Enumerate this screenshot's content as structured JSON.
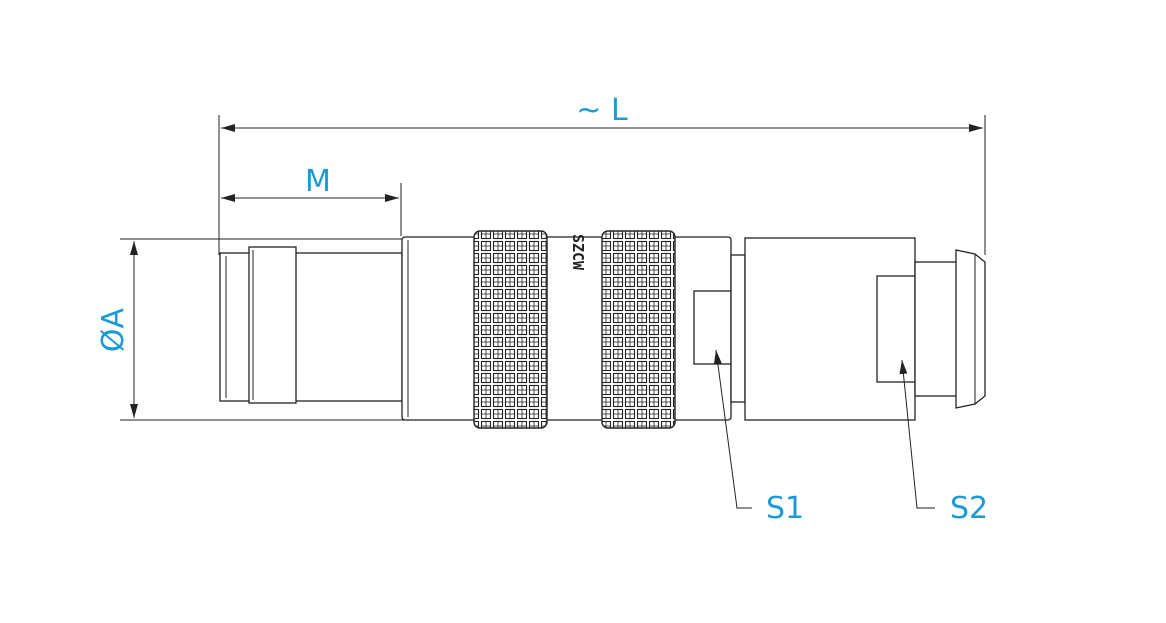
{
  "dimensions": {
    "length": "~ L",
    "m": "M",
    "diameter": "ØA",
    "s1": "S1",
    "s2": "S2"
  },
  "marking": "SZCW",
  "colors": {
    "label": "#1a9ad6",
    "line": "#222222"
  }
}
